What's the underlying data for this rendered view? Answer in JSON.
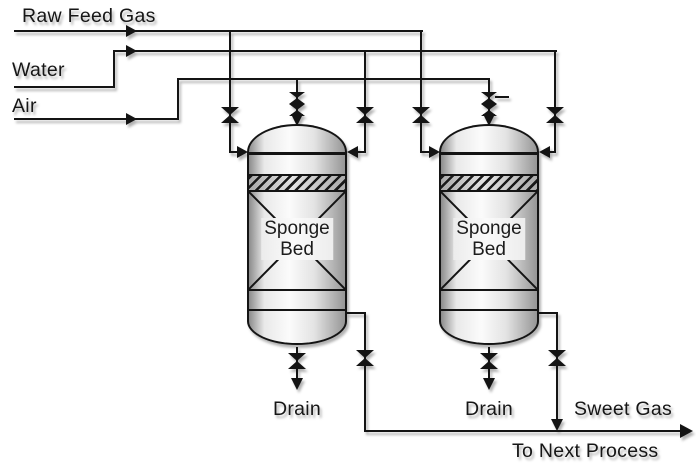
{
  "labels": {
    "raw_feed_gas": "Raw Feed Gas",
    "water": "Water",
    "air": "Air",
    "sweet_gas": "Sweet Gas",
    "to_next_process": "To Next Process"
  },
  "vessels": [
    {
      "label_line1": "Sponge",
      "label_line2": "Bed",
      "drain_label": "Drain"
    },
    {
      "label_line1": "Sponge",
      "label_line2": "Bed",
      "drain_label": "Drain"
    }
  ],
  "colors": {
    "line": "#141414",
    "background": "#ffffff",
    "vessel_highlight": "#fbfbfb",
    "vessel_shade": "#8c8c8c"
  }
}
